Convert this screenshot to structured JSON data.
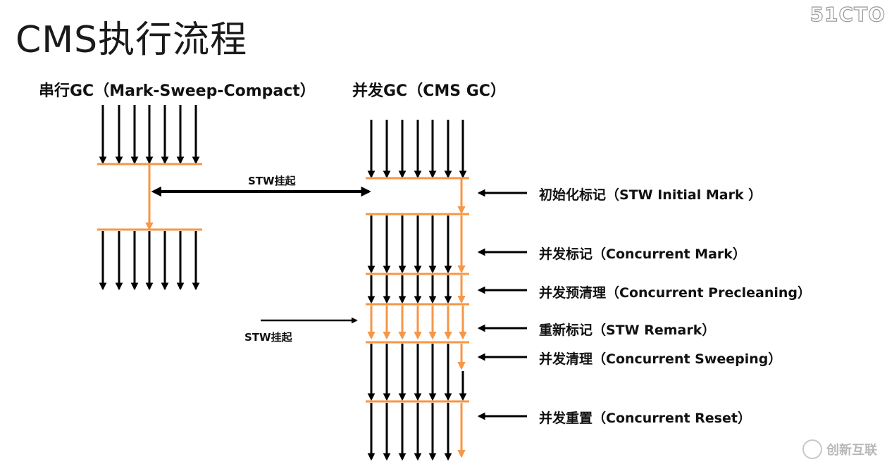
{
  "title": "CMS执行流程",
  "serial": {
    "heading": "串行GC（Mark-Sweep-Compact）"
  },
  "concurrent": {
    "heading": "并发GC（CMS GC）"
  },
  "stw_labels": [
    "STW挂起",
    "STW挂起"
  ],
  "phases": [
    {
      "label": "初始化标记（STW Initial Mark ）"
    },
    {
      "label": "并发标记（Concurrent Mark）"
    },
    {
      "label": "并发预清理（Concurrent Precleaning）"
    },
    {
      "label": "重新标记（STW Remark）"
    },
    {
      "label": "并发清理（Concurrent Sweeping）"
    },
    {
      "label": "并发重置（Concurrent Reset）"
    }
  ],
  "watermarks": {
    "top": "51CTO",
    "bottom": "创新互联"
  },
  "colors": {
    "thread": "#000000",
    "gc": "#f79646",
    "text": "#111111"
  }
}
